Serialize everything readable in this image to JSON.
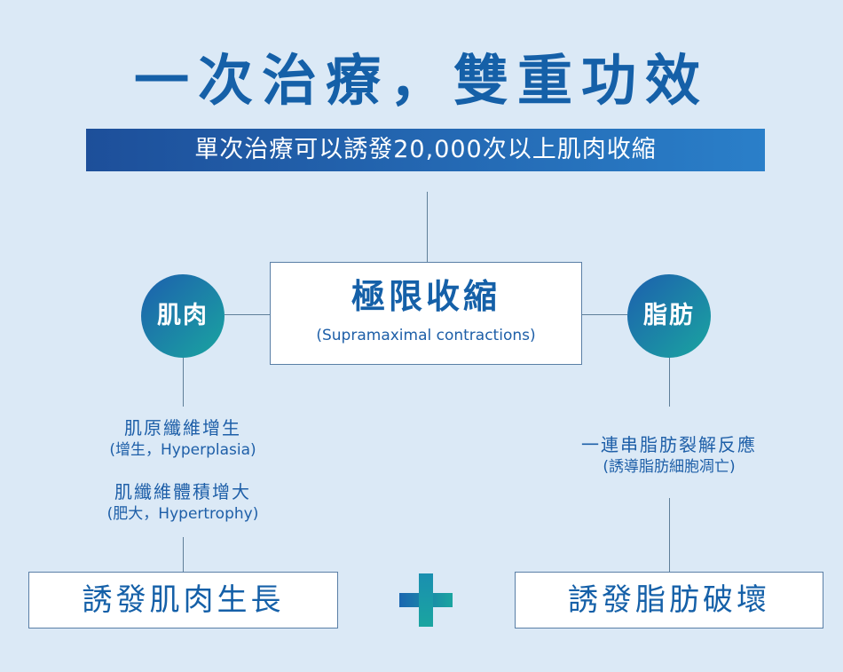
{
  "title": "一次治療，雙重功效",
  "subtitle": "單次治療可以誘發20,000次以上肌肉收縮",
  "center": {
    "main": "極限收縮",
    "english": "(Supramaximal contractions)"
  },
  "left": {
    "circle_label": "肌肉",
    "effects": [
      {
        "main": "肌原纖維增生",
        "sub": "(增生，Hyperplasia)"
      },
      {
        "main": "肌纖維體積增大",
        "sub": "(肥大，Hypertrophy)"
      }
    ],
    "result": "誘發肌肉生長"
  },
  "right": {
    "circle_label": "脂肪",
    "effects": [
      {
        "main": "一連串脂肪裂解反應",
        "sub": "(誘導脂肪細胞凋亡)"
      }
    ],
    "result": "誘發脂肪破壞"
  },
  "colors": {
    "background": "#dbe9f6",
    "primary_blue": "#1560a8",
    "teal": "#1aa5a0"
  },
  "icons": {
    "plus": "plus-icon"
  }
}
